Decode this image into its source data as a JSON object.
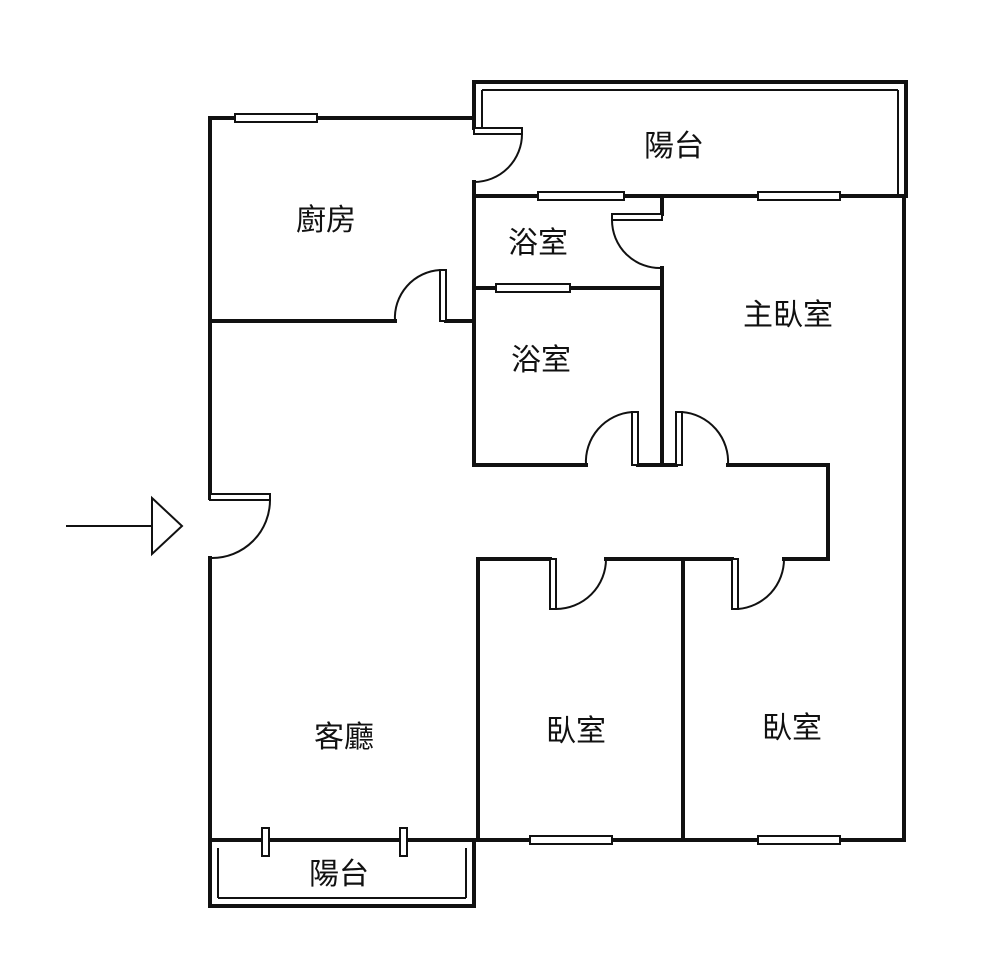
{
  "rooms": {
    "balcony_top": "陽台",
    "kitchen": "廚房",
    "bath_upper": "浴室",
    "bath_lower": "浴室",
    "master_bedroom": "主臥室",
    "living_room": "客廳",
    "bedroom_middle": "臥室",
    "bedroom_right": "臥室",
    "balcony_bottom": "陽台"
  },
  "colors": {
    "wall": "#111111",
    "background": "#ffffff"
  },
  "icons": {
    "entrance": "entrance-arrow-icon"
  }
}
